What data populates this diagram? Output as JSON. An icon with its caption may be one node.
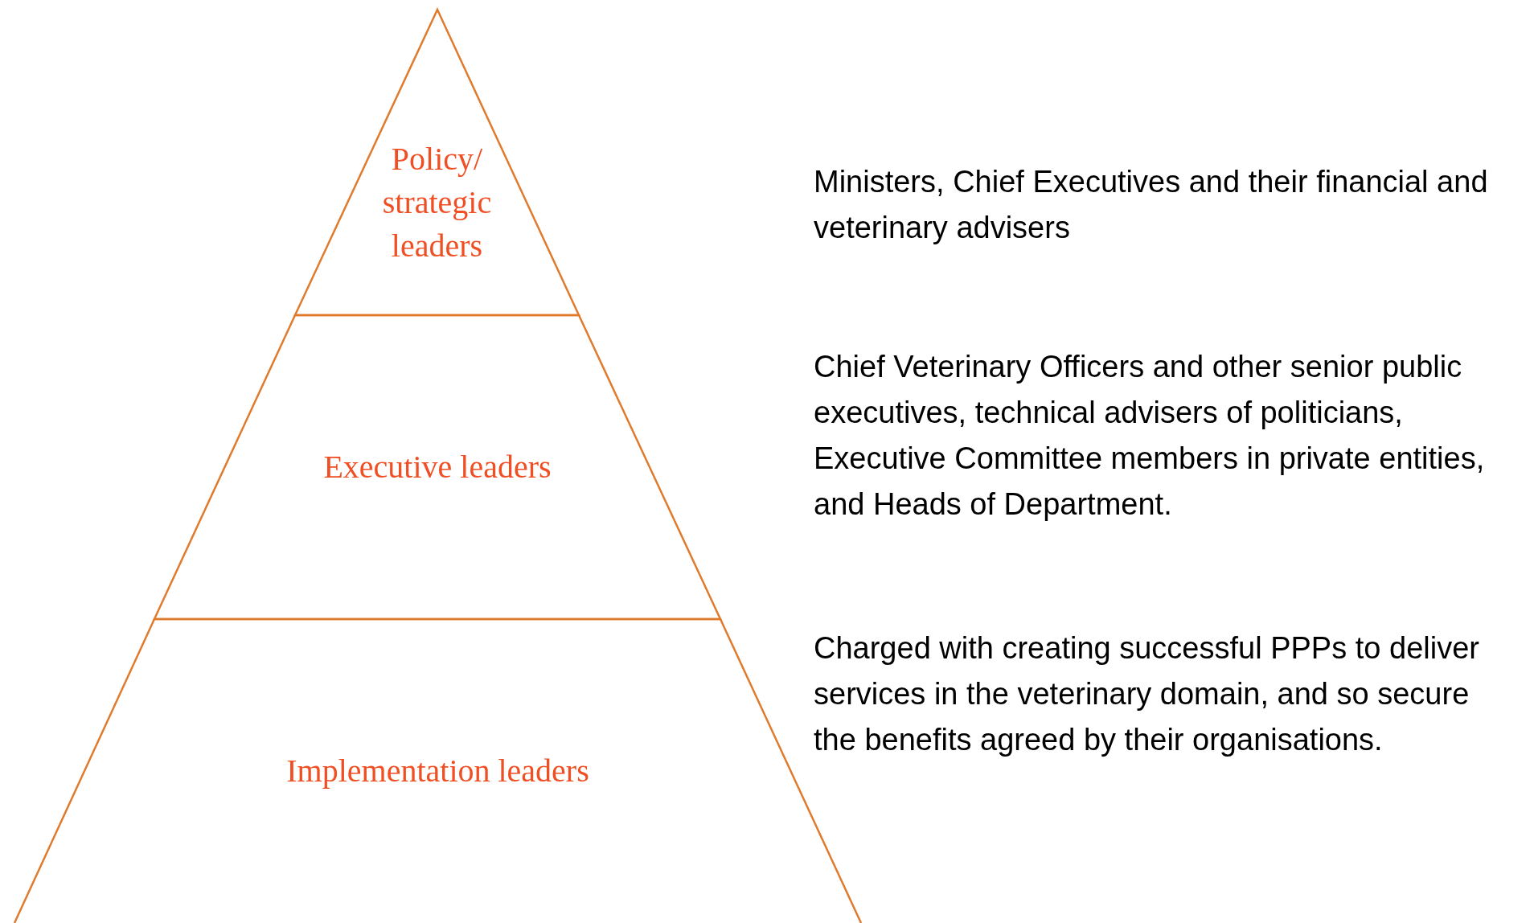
{
  "diagram": {
    "nodes": [
      {
        "text": [
          "Policy/ strategic leaders"
        ]
      },
      {
        "text": [
          "Executive leaders"
        ]
      },
      {
        "text": [
          "Implementation leaders"
        ]
      }
    ],
    "labels": [
      "Ministers, Chief Executives and their financial and veterinary advisers",
      "Chief Veterinary Officers and other senior public executives, technical advisers of politicians, Executive Committee members in private entities, and Heads of Department.",
      "Charged with creating successful PPPs to deliver services in the veterinary domain, and so secure the benefits agreed by their organisations."
    ]
  }
}
